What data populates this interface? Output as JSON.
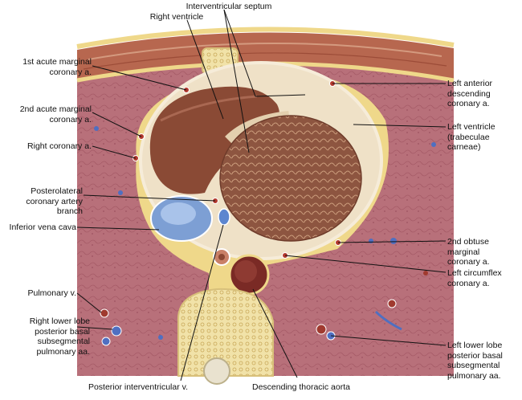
{
  "labels": {
    "interventricular_septum": "Interventricular septum",
    "right_ventricle": "Right ventricle",
    "first_acute_marginal": "1st acute marginal\ncoronary a.",
    "second_acute_marginal": "2nd acute marginal\ncoronary a.",
    "right_coronary": "Right coronary a.",
    "posterolateral_branch": "Posterolateral\ncoronary artery\nbranch",
    "inferior_vena_cava": "Inferior vena cava",
    "pulmonary_v": "Pulmonary v.",
    "right_lower_lobe": "Right lower lobe\nposterior basal\nsubsegmental\npulmonary aa.",
    "posterior_interventricular": "Posterior interventricular v.",
    "descending_thoracic_aorta": "Descending thoracic aorta",
    "left_anterior_descending": "Left anterior\ndescending\ncoronary a.",
    "left_ventricle": "Left ventricle\n(trabeculae carneae)",
    "second_obtuse_marginal": "2nd obtuse marginal\ncoronary a.",
    "left_circumflex": "Left circumflex\ncoronary a.",
    "left_lower_lobe": "Left lower lobe\nposterior basal\nsubsegmental\npulmonary aa."
  },
  "colors": {
    "muscle": "#b96a52",
    "lung": "#b0666f",
    "fat": "#f0d98a",
    "pericardium": "#eee0c6",
    "ventricle_cavity": "#8a4a35",
    "ivc": "#7d9fd4",
    "aorta": "#7a2a25",
    "bone": "#f2e6b8"
  }
}
